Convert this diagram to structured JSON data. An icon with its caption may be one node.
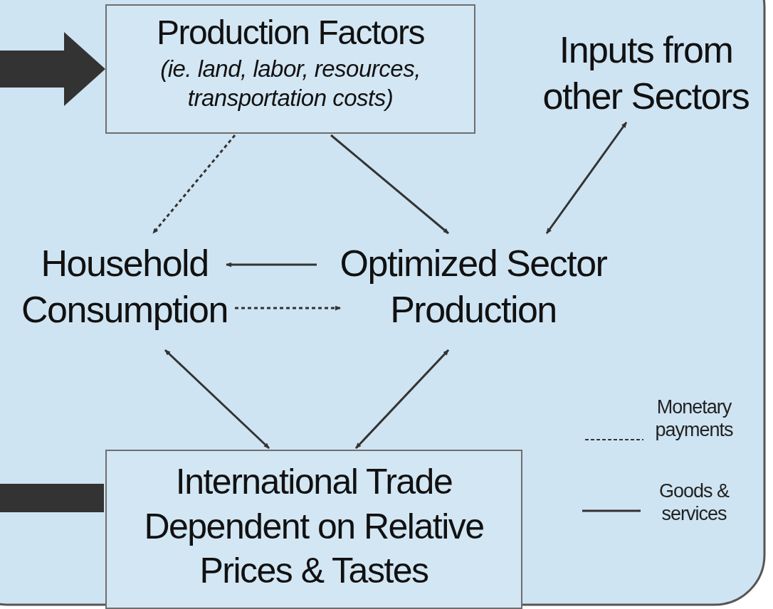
{
  "diagram": {
    "nodes": [
      {
        "text": [
          "Production Factors",
          "(ie. land, labor, resources, transportation costs)"
        ]
      },
      {
        "text": [
          "Inputs from other Sectors"
        ]
      },
      {
        "text": [
          "Household Consumption"
        ]
      },
      {
        "text": [
          "Optimized Sector Production"
        ]
      },
      {
        "text": [
          "International Trade Dependent on Relative Prices & Tastes"
        ]
      }
    ],
    "edges": [
      {
        "from": 0,
        "to": 2,
        "arrow": "to",
        "style": "dashed"
      },
      {
        "from": 0,
        "to": 3,
        "arrow": "to"
      },
      {
        "from": 1,
        "to": 3,
        "arrow": "both"
      },
      {
        "from": 3,
        "to": 2,
        "arrow": "to"
      },
      {
        "from": 2,
        "to": 3,
        "arrow": "to",
        "style": "dashed"
      },
      {
        "from": 2,
        "to": 4,
        "arrow": "both"
      },
      {
        "from": 3,
        "to": 4,
        "arrow": "both"
      },
      {
        "from": null,
        "to": 0,
        "arrow": "to",
        "style": "thick"
      },
      {
        "from": null,
        "to": 4,
        "arrow": "none",
        "style": "thick"
      }
    ],
    "legend": [
      {
        "text": "Monetary payments"
      },
      {
        "text": "Goods & services"
      }
    ]
  }
}
